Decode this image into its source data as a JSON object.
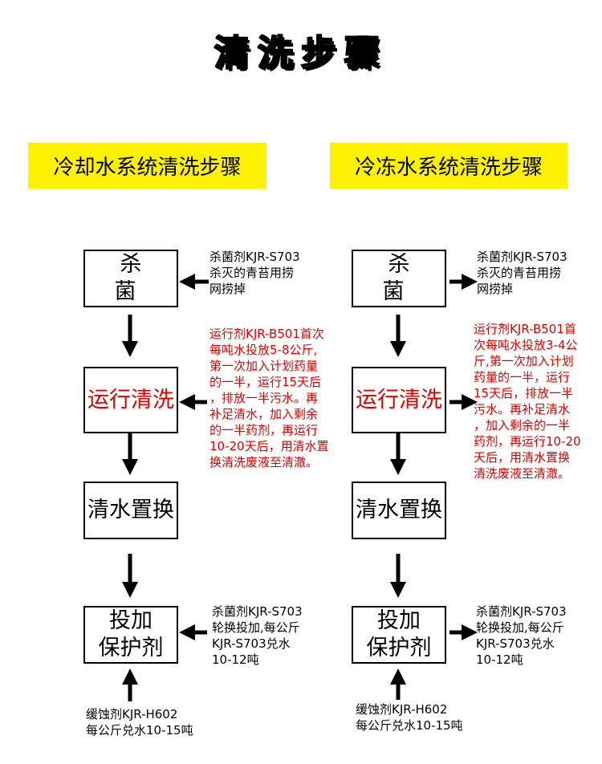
{
  "title": "清洗步骤",
  "colors": {
    "banner": "#fff200",
    "title_fill": "#ffee00",
    "red_text": "#e00000"
  },
  "left": {
    "banner": "冷却水系统清洗步骤",
    "steps": [
      "杀 菌",
      "运行清洗",
      "清水置换",
      [
        "投加",
        "保护剂"
      ]
    ],
    "notes": {
      "kill": [
        "杀菌剂KJR-S703",
        "杀灭的青苔用捞",
        "网捞掉"
      ],
      "run": [
        "运行剂KJR-B501首次",
        "每吨水投放5-8公斤,",
        "第一次加入计划药量",
        "的一半，运行15天后",
        "，排放一半污水。再",
        "补足清水，加入剩余",
        "的一半药剂，再运行",
        "10-20天后，用清水置",
        "换清洗废液至清澈。"
      ],
      "protect": [
        "杀菌剂KJR-S703",
        "轮换投加,每公斤",
        "KJR-S703兑水",
        "10-12吨"
      ],
      "bottom": [
        "缓蚀剂KJR-H602",
        "每公斤兑水10-15吨"
      ]
    }
  },
  "right": {
    "banner": "冷冻水系统清洗步骤",
    "steps": [
      "杀 菌",
      "运行清洗",
      "清水置换",
      [
        "投加",
        "保护剂"
      ]
    ],
    "notes": {
      "kill": [
        "杀菌剂KJR-S703",
        "杀灭的青苔用捞",
        "网捞掉"
      ],
      "run": [
        "运行剂KJR-B501首",
        "次每吨水投放3-4公",
        "斤,第一次加入计划",
        "药量的一半，运行",
        "15天后，排放一半",
        "污水。再补足清水",
        "，加入剩余的一半",
        "药剂，再运行10-20",
        "天后，用清水置换",
        "清洗废液至清澈。"
      ],
      "protect": [
        "杀菌剂KJR-S703",
        "轮换投加,每公斤",
        "KJR-S703兑水",
        "10-12吨"
      ],
      "bottom": [
        "缓蚀剂KJR-H602",
        "每公斤兑水10-15吨"
      ]
    }
  }
}
